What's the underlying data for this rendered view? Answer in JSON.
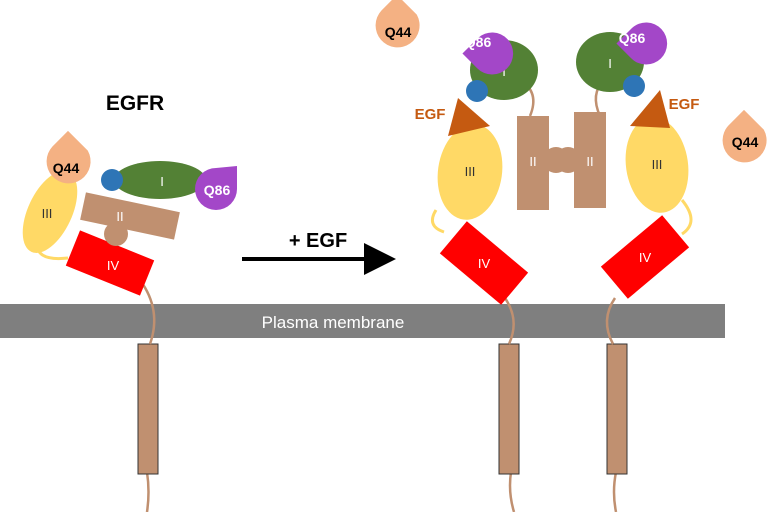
{
  "title": "EGFR",
  "arrow_label": "+ EGF",
  "membrane_label": "Plasma membrane",
  "domains": {
    "d1": "I",
    "d2": "II",
    "d3": "III",
    "d4": "IV"
  },
  "ligand": "EGF",
  "antibodies": {
    "q44": "Q44",
    "q86": "Q86"
  },
  "colors": {
    "membrane": "#7f7f7f",
    "domain1": "#538135",
    "domain2": "#c09070",
    "domain3": "#ffd966",
    "domain4": "#ff0000",
    "egf": "#c55a11",
    "q44": "#f4b183",
    "q86": "#a347c8",
    "dot": "#2e75b6"
  }
}
